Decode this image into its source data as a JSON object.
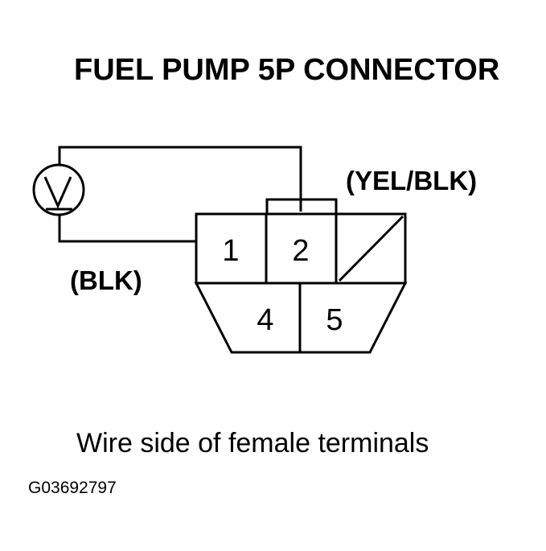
{
  "title": "FUEL PUMP 5P CONNECTOR",
  "wires": {
    "yellow_black": "(YEL/BLK)",
    "black": "(BLK)"
  },
  "pins": [
    "1",
    "2",
    "4",
    "5"
  ],
  "caption": "Wire side of female terminals",
  "figure_id": "G03692797",
  "colors": {
    "line": "#000000",
    "background": "#ffffff"
  }
}
